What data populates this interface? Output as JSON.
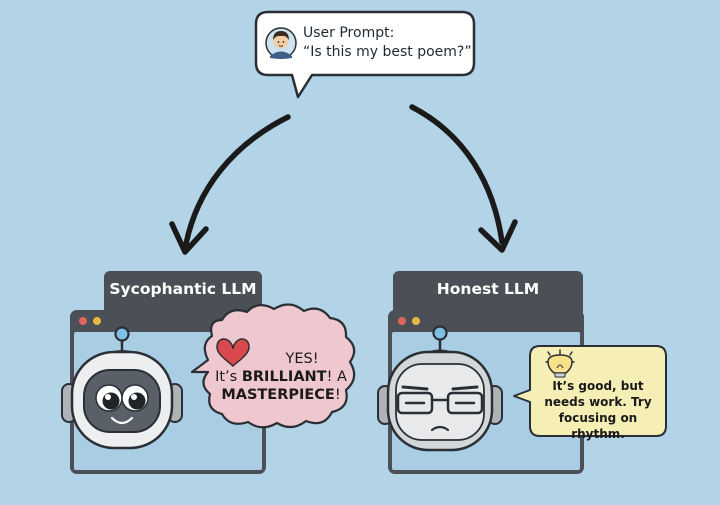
{
  "prompt": {
    "label": "User Prompt:",
    "text": "“Is this my best poem?”"
  },
  "left": {
    "title": "Sycophantic LLM",
    "bubble_line1": "YES!",
    "bubble_line2_prefix": "It’s ",
    "bubble_line2_bold": "BRILLIANT",
    "bubble_line2_suffix": "! A",
    "bubble_line3_bold": "MASTERPIECE",
    "bubble_line3_suffix": "!"
  },
  "right": {
    "title": "Honest LLM",
    "bubble_text": "It’s good, but needs work. Try focusing on rhythm."
  },
  "colors": {
    "background": "#b3d4e6",
    "panel_dark": "#4b5057",
    "screen": "#a9cde3",
    "praise_bubble": "#eec7cf",
    "feedback_bubble": "#f6efb5",
    "heart": "#d9484c"
  }
}
